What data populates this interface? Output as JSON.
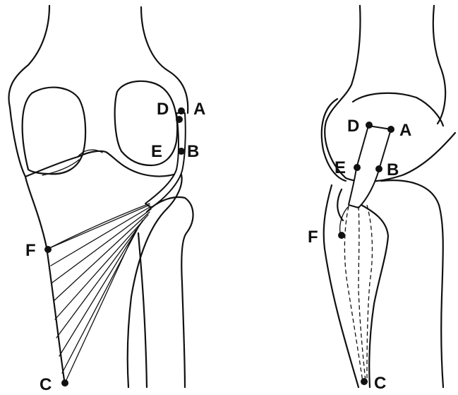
{
  "labels": {
    "left": {
      "A": "A",
      "B": "B",
      "C": "C",
      "D": "D",
      "E": "E",
      "F": "F"
    },
    "right": {
      "A": "A",
      "B": "B",
      "C": "C",
      "D": "D",
      "E": "E",
      "F": "F"
    }
  }
}
